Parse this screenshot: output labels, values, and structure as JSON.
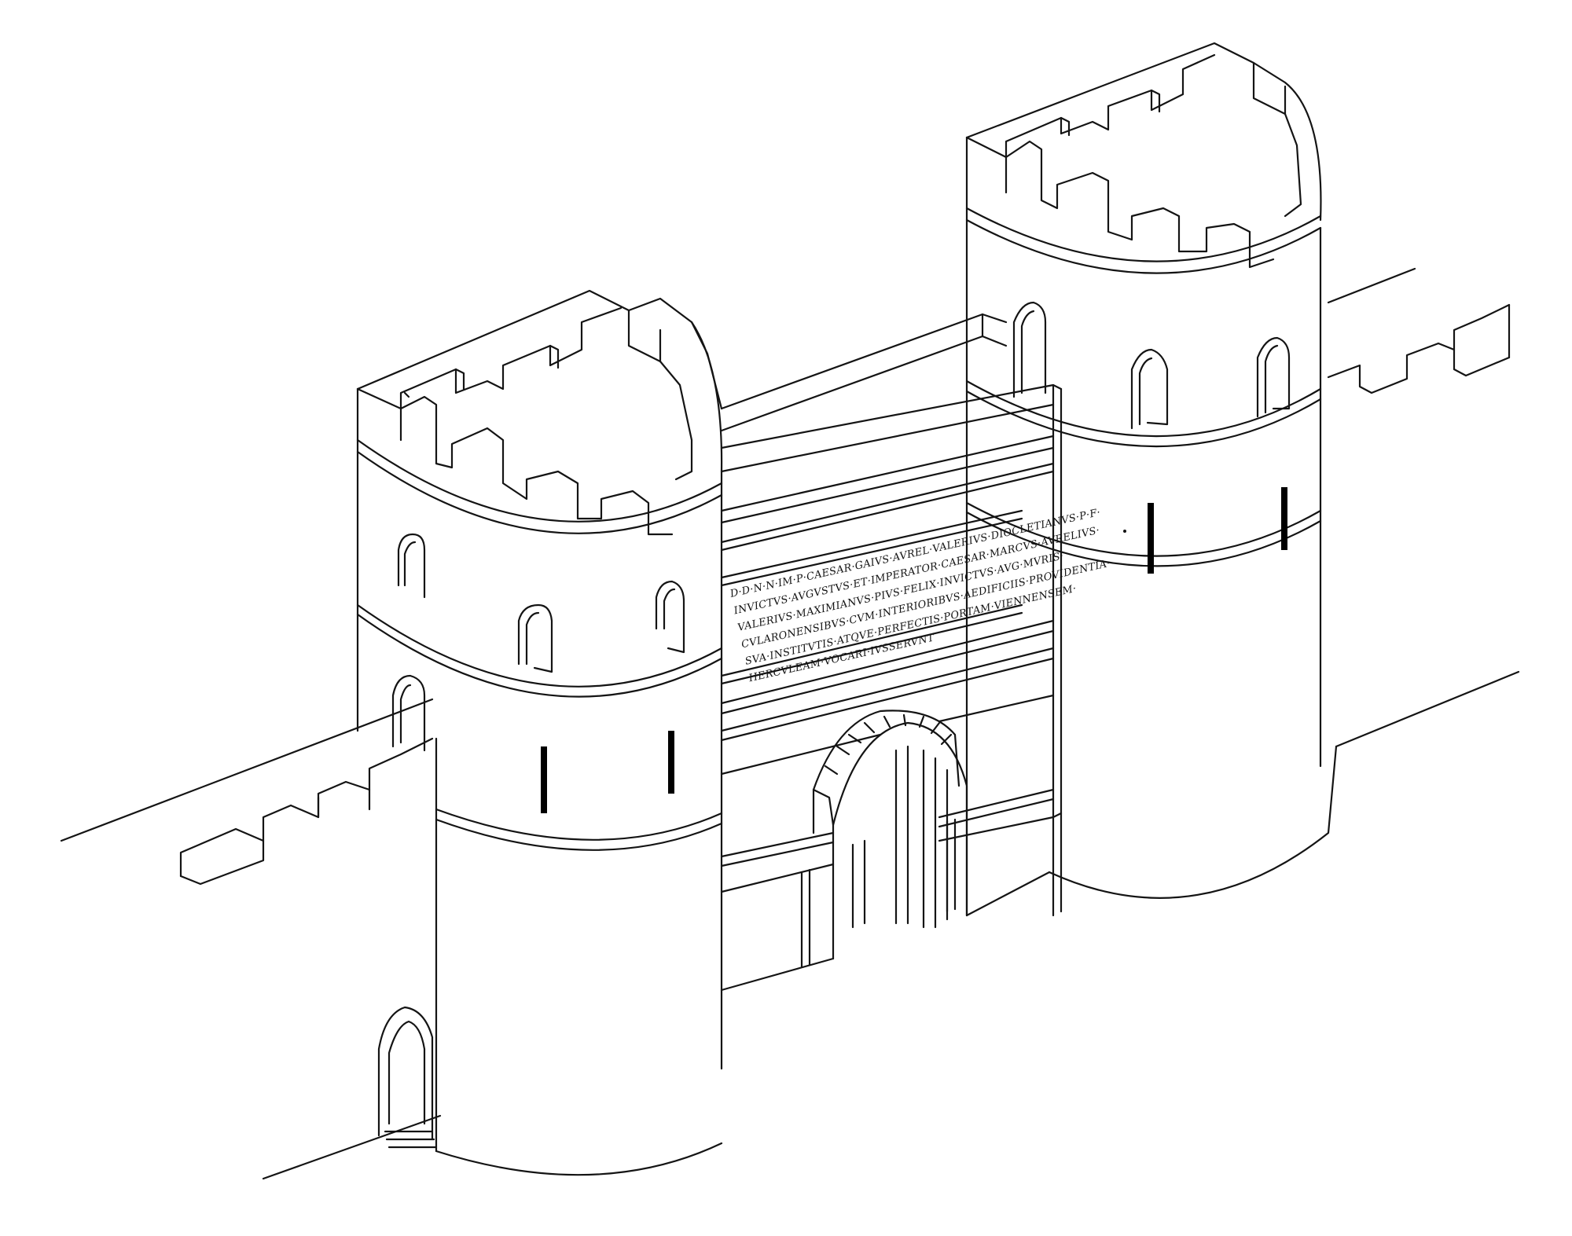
{
  "inscription": {
    "lines": [
      "D·D·N·N·IM·P·CAESAR·GAIVS·AVREL·VALERIVS·DIOCLETIANVS·P·F·",
      "INVICTVS·AVGVSTVS·ET·IMPERATOR·CAESAR·MARCVS·AVRELIVS·",
      "VALERIVS·MAXIMIANVS·PIVS·FELIX·INVICTVS·AVG·MVRIS·",
      "CVLARONENSIBVS·CVM·INTERIORIBVS·AEDIFICIIS·PROVIDENTIA·",
      "SVA·INSTITVTIS·ATQVE·PERFECTIS·PORTAM·VIENNENSEM·",
      "HERCVLEAM·VOCARI·IVSSERVNT"
    ]
  },
  "colors": {
    "ink": "#141414",
    "paper": "#ffffff"
  }
}
